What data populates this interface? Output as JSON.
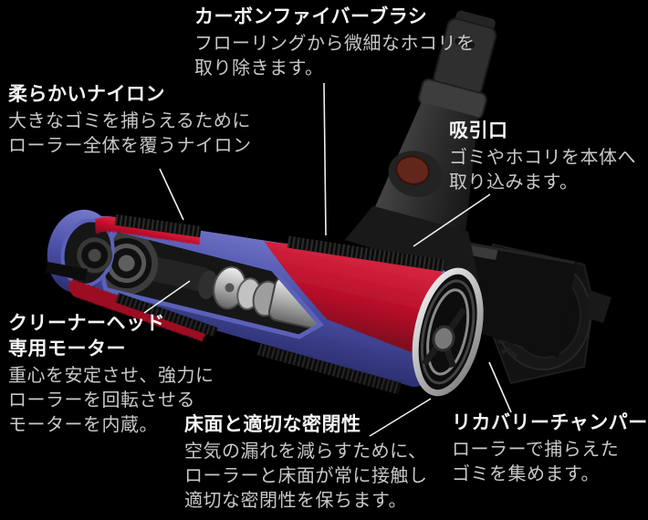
{
  "page": {
    "background": "#000000"
  },
  "palette": {
    "nylon_red": "#c8102e",
    "shell_blue": "#4c51a8",
    "motor_silver": "#c0c0c0",
    "housing_dark": "#1a1a1a",
    "neck_button_red": "#63261b",
    "label_title": "#f4f4f4",
    "label_body": "#c8c8c8",
    "pointer_line": "#eeeeee"
  },
  "annotations": [
    {
      "id": "carbon-fiber-brush",
      "title": "カーボンファイバーブラシ",
      "body": [
        "フローリングから微細なホコリを",
        "取り除きます。"
      ]
    },
    {
      "id": "soft-nylon",
      "title": "柔らかいナイロン",
      "body": [
        "大きなゴミを捕らえるために",
        "ローラー全体を覆うナイロン"
      ]
    },
    {
      "id": "suction-inlet",
      "title": "吸引口",
      "body": [
        "ゴミやホコリを本体へ",
        "取り込みます。"
      ]
    },
    {
      "id": "cleaner-head-motor",
      "title_lines": [
        "クリーナーヘッド",
        "専用モーター"
      ],
      "body": [
        "重心を安定させ、強力に",
        "ローラーを回転させる",
        "モーターを内蔵。"
      ]
    },
    {
      "id": "floor-seal",
      "title": "床面と適切な密閉性",
      "body": [
        "空気の漏れを減らすために、",
        "ローラーと床面が常に接触し",
        "適切な密閉性を保ちます。"
      ]
    },
    {
      "id": "recovery-chamber",
      "title": "リカバリーチャンパー",
      "body": [
        "ローラーで捕らえた",
        "ゴミを集めます。"
      ]
    }
  ]
}
